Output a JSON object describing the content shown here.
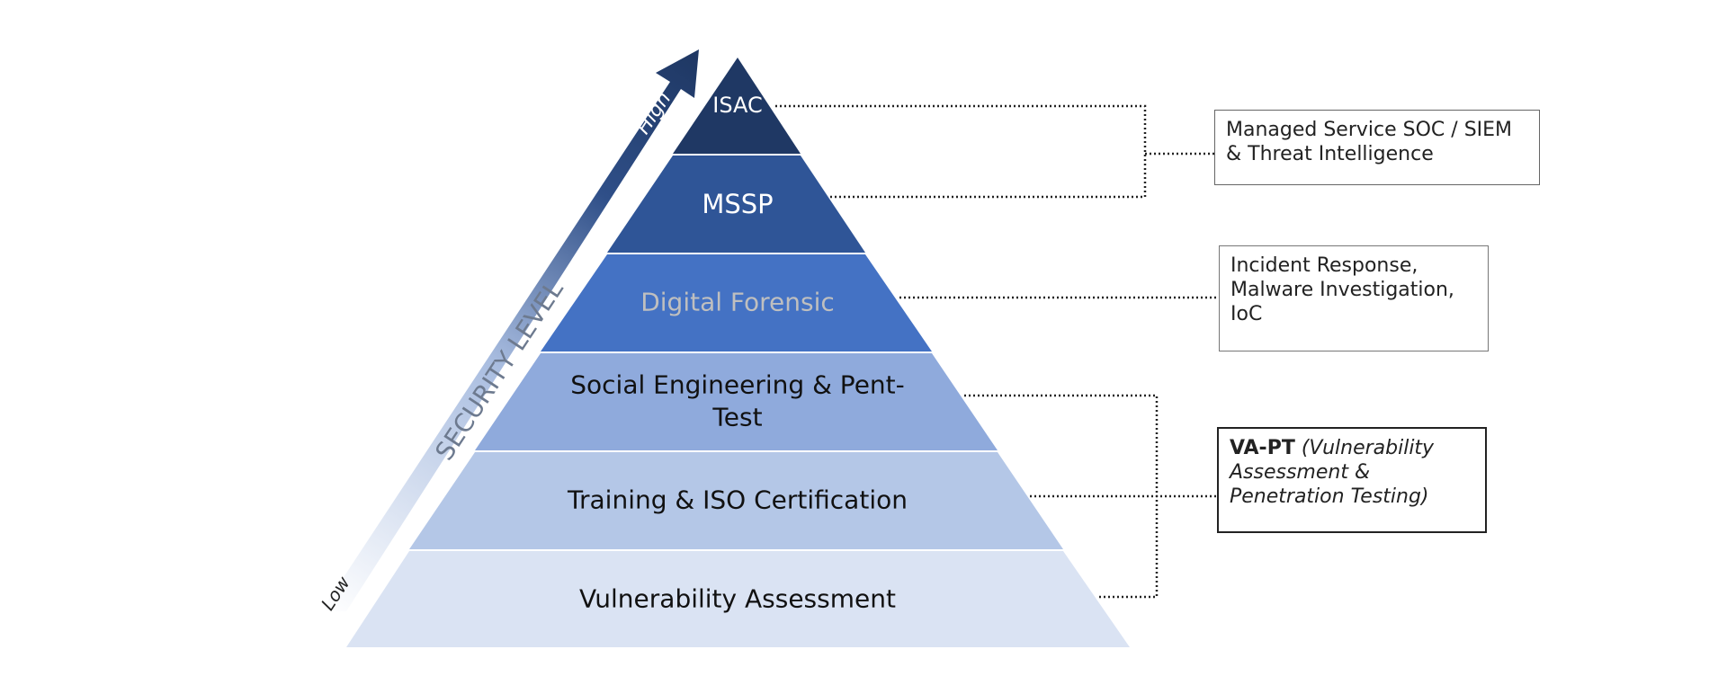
{
  "diagram": {
    "arrow": {
      "axis_label": "SECURITY LEVEL",
      "high_label": "High",
      "low_label": "Low"
    },
    "levels": [
      {
        "label": "ISAC",
        "color": "#1f3864",
        "text_color": "#ffffff"
      },
      {
        "label": "MSSP",
        "color": "#2f5597",
        "text_color": "#ffffff"
      },
      {
        "label": "Digital Forensic",
        "color": "#4472c4",
        "text_color": "#bfbfbf"
      },
      {
        "label": "Social Engineering & Pent-Test",
        "line1": "Social Engineering & Pent-",
        "line2": "Test",
        "color": "#8faadc",
        "text_color": "#111111"
      },
      {
        "label": "Training & ISO Certification",
        "color": "#b4c7e7",
        "text_color": "#111111"
      },
      {
        "label": "Vulnerability Assessment",
        "color": "#dae3f3",
        "text_color": "#111111"
      }
    ],
    "callouts": {
      "managed": {
        "line1": "Managed Service SOC / SIEM",
        "line2": "& Threat Intelligence"
      },
      "incident": {
        "line1": "Incident Response,",
        "line2": "Malware Investigation,",
        "line3": "IoC"
      },
      "vapt": {
        "bold": "VA-PT",
        "italic1": " (Vulnerability",
        "italic2": "Assessment &",
        "italic3": "Penetration Testing)"
      }
    },
    "colors": {
      "arrow_dark": "#1f3864",
      "arrow_light": "#ffffff",
      "connector": "#222222"
    }
  }
}
